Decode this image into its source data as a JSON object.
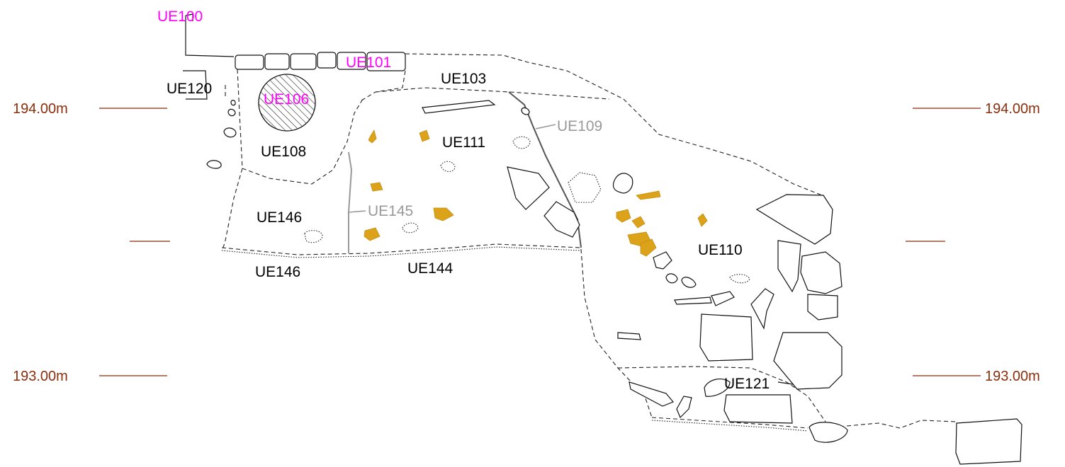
{
  "elevations": {
    "e194_left": "194.00m",
    "e194_right": "194.00m",
    "e193_left": "193.00m",
    "e193_right": "193.00m"
  },
  "units": {
    "ue100": "UE100",
    "ue101": "UE101",
    "ue103": "UE103",
    "ue106": "UE106",
    "ue108": "UE108",
    "ue109": "UE109",
    "ue110": "UE110",
    "ue111": "UE111",
    "ue120": "UE120",
    "ue121": "UE121",
    "ue144": "UE144",
    "ue145": "UE145",
    "ue146_upper": "UE146",
    "ue146_lower": "UE146"
  },
  "colors": {
    "elevation": "#8b2e0c",
    "magenta_label": "#ff00ff",
    "gray_label": "#999999",
    "ochre_fill": "#dba21a"
  }
}
